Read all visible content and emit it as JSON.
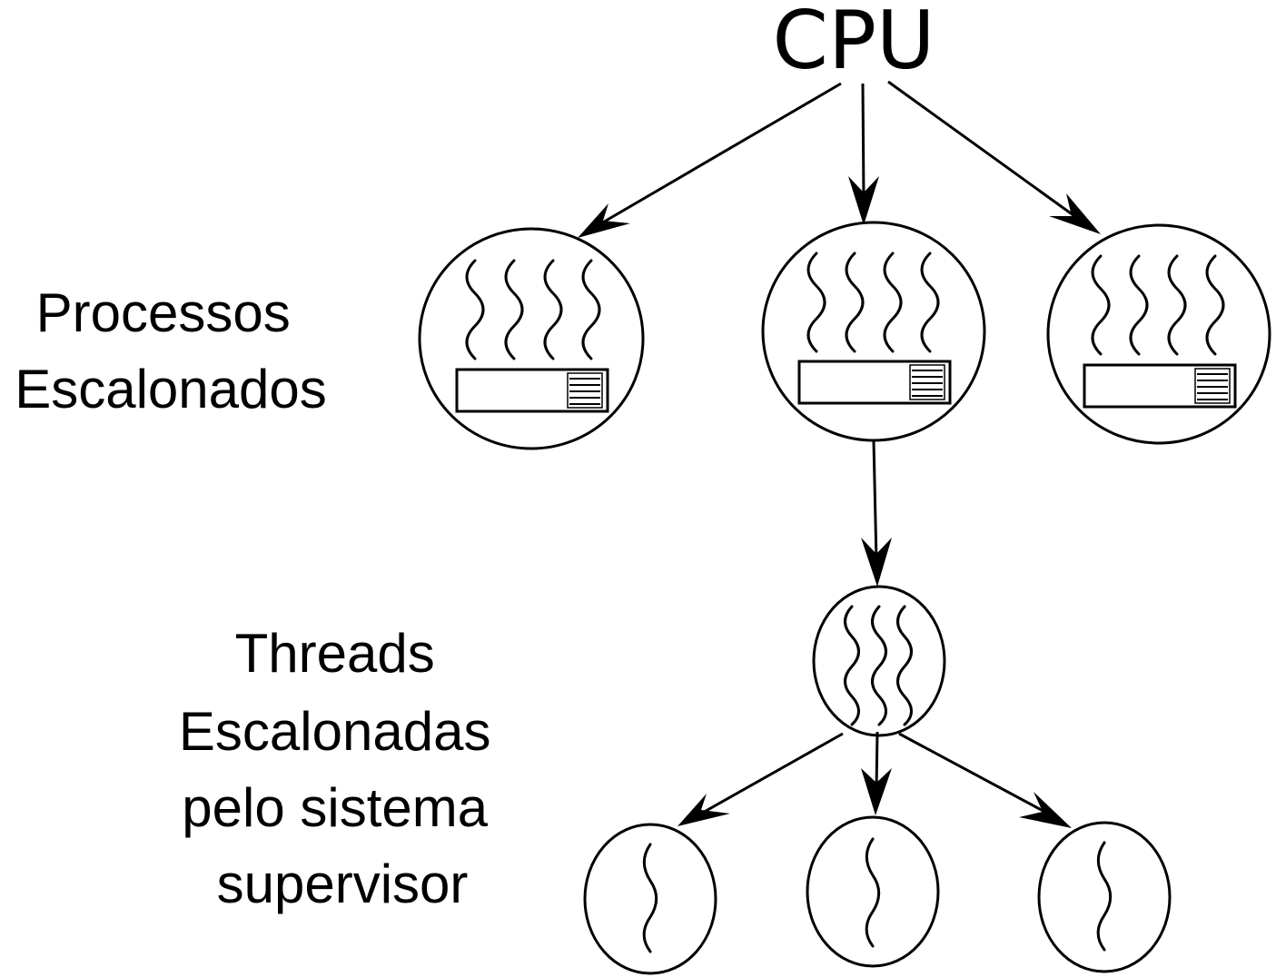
{
  "diagram": {
    "top_label": "CPU",
    "process_label": [
      "Processos",
      "Escalonados"
    ],
    "thread_label": [
      "Threads",
      "Escalonadas",
      "pelo sistema",
      "supervisor"
    ],
    "nodes": [
      {
        "id": "process-1",
        "kind": "process"
      },
      {
        "id": "process-2",
        "kind": "process"
      },
      {
        "id": "process-3",
        "kind": "process"
      },
      {
        "id": "thread-group",
        "kind": "thread-group"
      },
      {
        "id": "thread-1",
        "kind": "thread"
      },
      {
        "id": "thread-2",
        "kind": "thread"
      },
      {
        "id": "thread-3",
        "kind": "thread"
      }
    ],
    "edges": [
      {
        "from": "cpu",
        "to": "process-1"
      },
      {
        "from": "cpu",
        "to": "process-2"
      },
      {
        "from": "cpu",
        "to": "process-3"
      },
      {
        "from": "process-2",
        "to": "thread-group"
      },
      {
        "from": "thread-group",
        "to": "thread-1"
      },
      {
        "from": "thread-group",
        "to": "thread-2"
      },
      {
        "from": "thread-group",
        "to": "thread-3"
      }
    ],
    "colors": {
      "stroke": "#000000",
      "background": "#ffffff"
    }
  }
}
